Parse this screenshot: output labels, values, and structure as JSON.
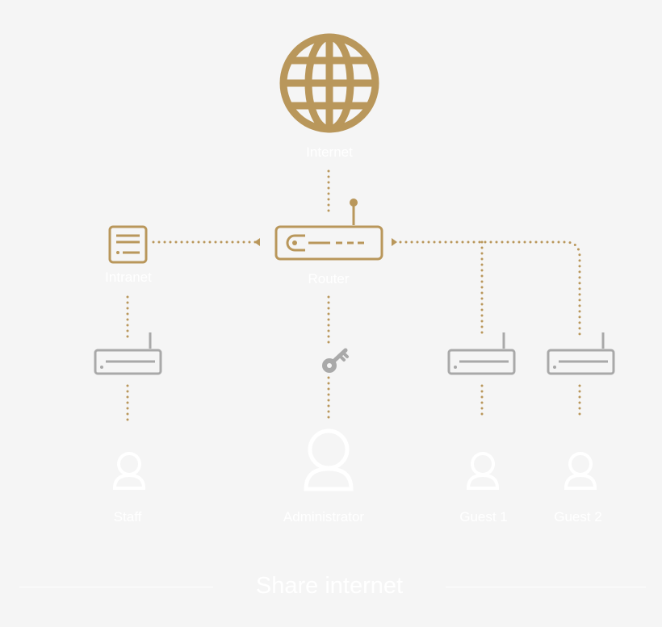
{
  "colors": {
    "accent": "#b9975b",
    "device_gray": "#a9a9a9",
    "label": "#ffffff",
    "background": "#f5f5f5"
  },
  "nodes": {
    "internet": {
      "label": "Internet",
      "icon": "globe-icon"
    },
    "intranet": {
      "label": "Intranet",
      "icon": "server-icon"
    },
    "router": {
      "label": "Router",
      "icon": "router-icon"
    },
    "key": {
      "icon": "key-icon"
    },
    "staff": {
      "label": "Staff",
      "icon": "user-icon"
    },
    "administrator": {
      "label": "Administrator",
      "icon": "user-icon"
    },
    "guest1": {
      "label": "Guest 1",
      "icon": "user-icon"
    },
    "guest2": {
      "label": "Guest 2",
      "icon": "user-icon"
    }
  },
  "footer": {
    "title": "Share internet"
  }
}
